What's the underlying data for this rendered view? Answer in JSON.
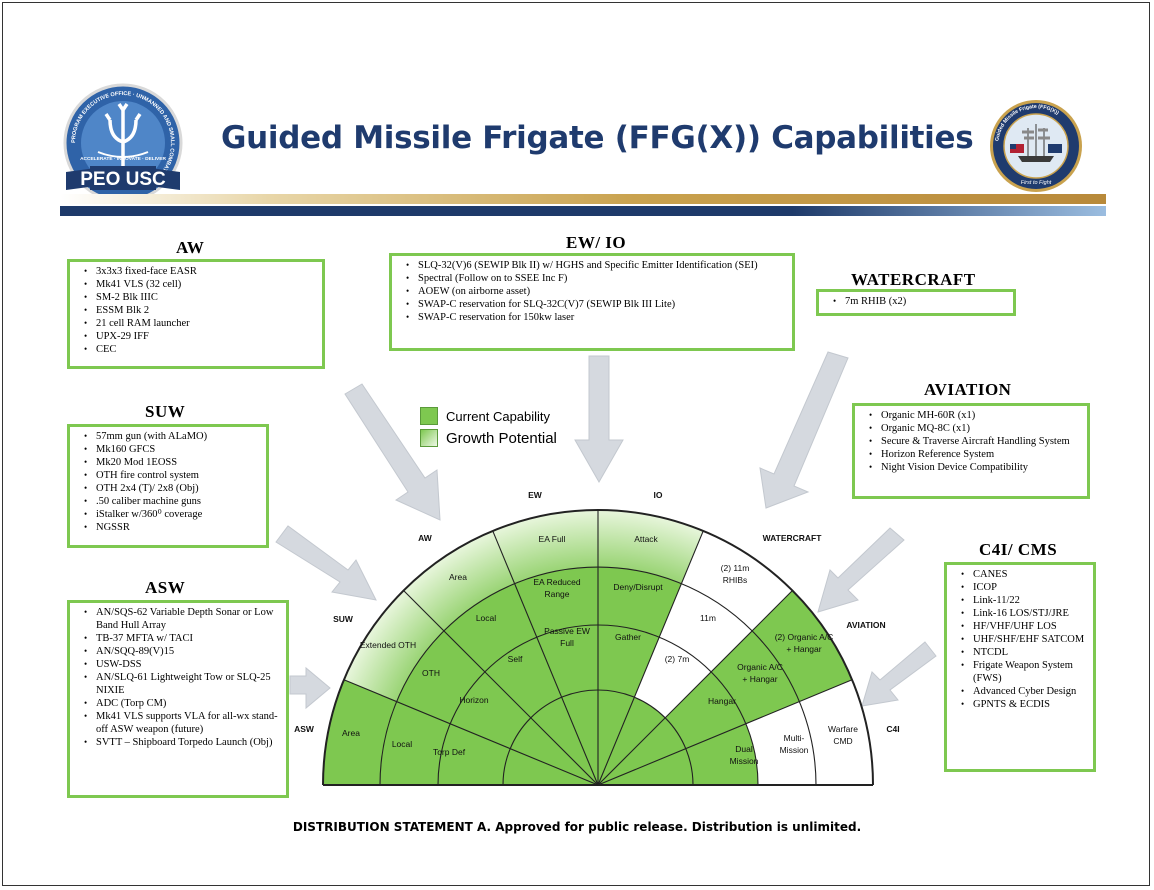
{
  "header": {
    "title": "Guided Missile Frigate (FFG(X)) Capabilities",
    "left_logo": {
      "name": "peo-usc-seal",
      "text": "PEO USC",
      "ring_text": "PROGRAM EXECUTIVE OFFICE · UNMANNED AND SMALL COMBATANTS",
      "motto": "ACCELERATE · INNOVATE · DELIVER"
    },
    "right_logo": {
      "name": "guided-missile-frigate-seal",
      "ring_text": "Guided Missile Frigate (FFG(X))",
      "motto": "First to Fight"
    }
  },
  "colors": {
    "current": "#7ec850",
    "growth_light": "#e4f4d6",
    "box_border": "#7ec850",
    "title": "#1f3b6e",
    "arrow": "#d5d9df"
  },
  "legend": {
    "current": "Current Capability",
    "growth": "Growth Potential"
  },
  "sections": {
    "aw": {
      "title": "AW",
      "items": [
        "3x3x3 fixed-face EASR",
        "Mk41 VLS (32 cell)",
        "SM-2 Blk IIIC",
        "ESSM Blk 2",
        "21 cell RAM launcher",
        "UPX-29 IFF",
        "CEC"
      ]
    },
    "ewio": {
      "title": "EW/ IO",
      "items": [
        "SLQ-32(V)6 (SEWIP Blk II) w/ HGHS and Specific Emitter Identification (SEI)",
        "Spectral (Follow on to SSEE Inc F)",
        "AOEW (on airborne asset)",
        "SWAP-C reservation for  SLQ-32C(V)7 (SEWIP Blk III Lite)",
        "SWAP-C reservation for 150kw laser"
      ]
    },
    "watercraft": {
      "title": "WATERCRAFT",
      "items": [
        "7m RHIB (x2)"
      ]
    },
    "aviation": {
      "title": "AVIATION",
      "items": [
        "Organic MH-60R (x1)",
        "Organic MQ-8C (x1)",
        "Secure & Traverse Aircraft Handling System",
        "Horizon Reference System",
        "Night Vision Device Compatibility"
      ]
    },
    "suw": {
      "title": "SUW",
      "items": [
        "57mm gun (with ALaMO)",
        "Mk160 GFCS",
        "Mk20  Mod 1EOSS",
        "OTH fire control system",
        "OTH 2x4 (T)/ 2x8 (Obj)",
        ".50 caliber machine guns",
        "iStalker w/360⁰ coverage",
        "NGSSR"
      ]
    },
    "asw": {
      "title": "ASW",
      "items": [
        "AN/SQS-62 Variable Depth Sonar or Low Band Hull Array",
        "TB-37 MFTA w/ TACI",
        "AN/SQQ-89(V)15",
        "USW-DSS",
        "AN/SLQ-61 Lightweight Tow or SLQ-25 NIXIE",
        "ADC (Torp CM)",
        "Mk41 VLS supports VLA for all-wx stand-off ASW weapon (future)",
        "SVTT – Shipboard Torpedo Launch (Obj)"
      ]
    },
    "c4i": {
      "title": "C4I/ CMS",
      "items": [
        "CANES",
        "ICOP",
        "Link-11/22",
        "Link-16 LOS/STJ/JRE",
        "HF/VHF/UHF LOS",
        "UHF/SHF/EHF SATCOM",
        "NTCDL",
        "Frigate Weapon System (FWS)",
        "Advanced Cyber Design",
        "GPNTS & ECDIS"
      ]
    }
  },
  "diagram": {
    "sector_labels": {
      "asw": "ASW",
      "suw": "SUW",
      "aw": "AW",
      "ew": "EW",
      "io": "IO",
      "watercraft": "WATERCRAFT",
      "aviation": "AVIATION",
      "c4i": "C4I"
    },
    "cells": {
      "asw_area": "Area",
      "asw_local": "Local",
      "asw_torpdef": "Torp Def",
      "suw_ext": "Extended OTH",
      "suw_oth": "OTH",
      "suw_horizon": "Horizon",
      "aw_area": "Area",
      "aw_local": "Local",
      "aw_self": "Self",
      "ew_full": "EA Full",
      "ew_reduced_1": "EA Reduced",
      "ew_reduced_2": "Range",
      "ew_passive_1": "Passive EW",
      "ew_passive_2": "Full",
      "io_attack": "Attack",
      "io_deny": "Deny/Disrupt",
      "io_gather": "Gather",
      "wc_rhib_1": "(2) 11m",
      "wc_rhib_2": "RHIBs",
      "wc_11m": "11m",
      "wc_7m": "(2) 7m",
      "av_org2_1": "(2) Organic A/C",
      "av_org2_2": "+ Hangar",
      "av_org_1": "Organic A/C",
      "av_org_2": "+ Hangar",
      "av_hangar": "Hangar",
      "c4i_warfare_1": "Warfare",
      "c4i_warfare_2": "CMD",
      "c4i_multi_1": "Multi-",
      "c4i_multi_2": "Mission",
      "c4i_dual_1": "Dual",
      "c4i_dual_2": "Mission"
    }
  },
  "footer": "DISTRIBUTION STATEMENT A. Approved for public release. Distribution is unlimited."
}
